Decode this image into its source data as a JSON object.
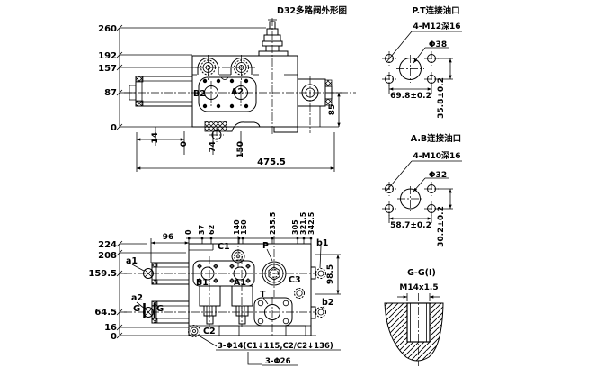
{
  "title": "D32多路阀外形图",
  "side_view": {
    "dims_left": [
      "260",
      "192",
      "157",
      "87",
      "0"
    ],
    "dims_bottom": [
      "14",
      "0",
      "74",
      "150"
    ],
    "dim_width": "475.5",
    "dim_right": "85",
    "labels": {
      "b2": "B2",
      "a2": "A2"
    }
  },
  "plan_view": {
    "dims_left": [
      "224",
      "208",
      "159.5",
      "64.5",
      "16",
      "0"
    ],
    "dims_top": [
      "0",
      "37",
      "62",
      "140",
      "150",
      "235.5",
      "305",
      "321.5",
      "342.5"
    ],
    "dim_width_96": "96",
    "dim_right": "98.5",
    "labels": {
      "c1": "C1",
      "p": "P",
      "b1": "b1",
      "a1": "a1",
      "B1": "B1",
      "A1": "A1",
      "c3": "C3",
      "t": "T",
      "a2": "a2",
      "g1": "G",
      "g2": "G",
      "c2": "C2",
      "b2": "b2"
    },
    "notes": [
      "3-Φ14(C1↓115,C2/C2↓136)",
      "3-Φ26"
    ]
  },
  "pt_view": {
    "title": "P.T连接油口",
    "thread": "4-M12深16",
    "bore": "Φ38",
    "dim_h": "69.8±0.2",
    "dim_v": "35.8±0.2"
  },
  "ab_view": {
    "title": "A.B连接油口",
    "thread": "4-M10深16",
    "bore": "Φ32",
    "dim_h": "58.7±0.2",
    "dim_v": "30.2±0.2"
  },
  "gg_view": {
    "title": "G-G(I)",
    "thread": "M14x1.5"
  }
}
